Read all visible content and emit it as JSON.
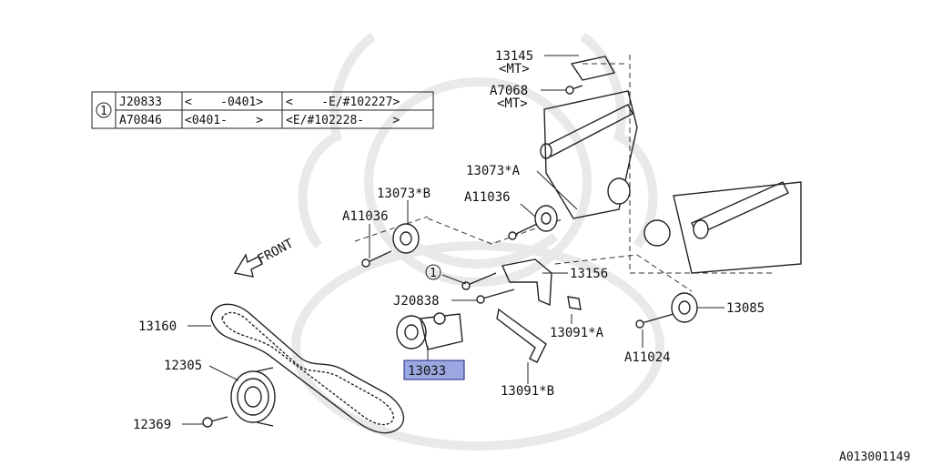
{
  "table": {
    "marker": "1",
    "rows": [
      {
        "part": "J20833",
        "date": "<    -0401>",
        "range": "<    -E/#102227>"
      },
      {
        "part": "A70846",
        "date": "<0401-    >",
        "range": "<E/#102228-    >"
      }
    ]
  },
  "front_label": "FRONT",
  "callouts": {
    "c13145": "13145",
    "mt1": "<MT>",
    "cA7068": "A7068",
    "mt2": "<MT>",
    "c13073A": "13073*A",
    "cA11036_r": "A11036",
    "c13073B": "13073*B",
    "cA11036_l": "A11036",
    "marker1": "1",
    "c13156": "13156",
    "cJ20838": "J20838",
    "c13091A": "13091*A",
    "c13085": "13085",
    "cA11024": "A11024",
    "c13160": "13160",
    "c12305": "12305",
    "c13033": "13033",
    "c13091B": "13091*B",
    "c12369": "12369"
  },
  "figure_id": "A013001149",
  "colors": {
    "highlight": "#9aa7e0",
    "line": "#222222",
    "watermark": "#e9e9e9"
  }
}
